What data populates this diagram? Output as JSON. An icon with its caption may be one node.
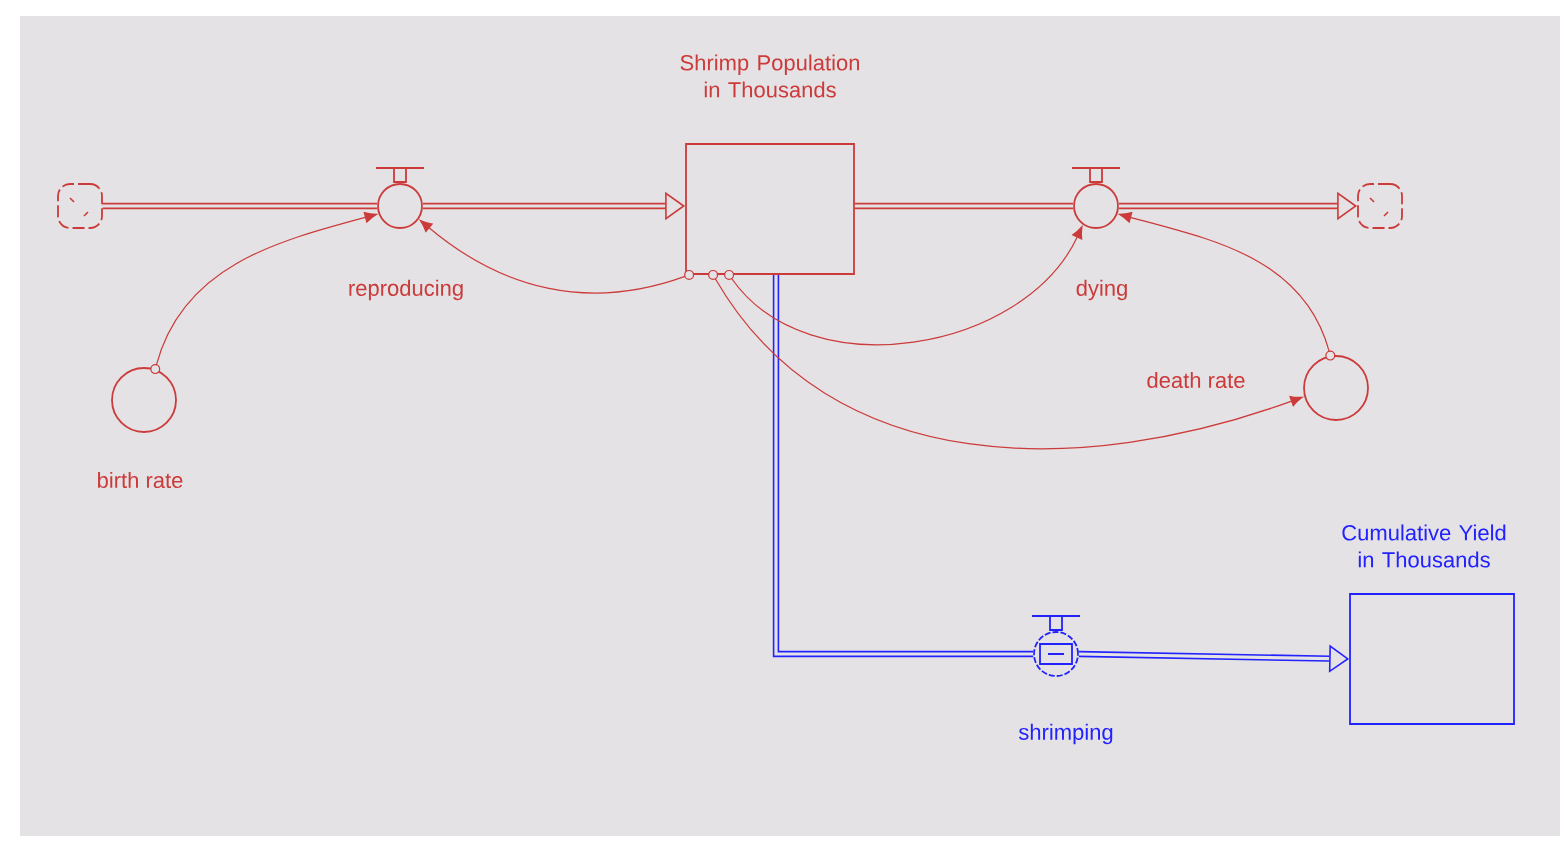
{
  "diagram": {
    "nodes": [
      {
        "text": [],
        "shape": "cloud"
      },
      {
        "text": [
          "reproducing"
        ]
      },
      {
        "text": [
          "Shrimp Population in Thousands"
        ]
      },
      {
        "text": [
          "dying"
        ]
      },
      {
        "text": [],
        "shape": "cloud"
      },
      {
        "text": [
          "birth rate"
        ]
      },
      {
        "text": [
          "death rate"
        ]
      },
      {
        "text": [
          "shrimping"
        ]
      },
      {
        "text": [
          "Cumulative Yield in Thousands"
        ]
      }
    ],
    "edges": [
      {
        "from": 0,
        "to": 1,
        "arrow": "none"
      },
      {
        "from": 1,
        "to": 2,
        "arrow": "to"
      },
      {
        "from": 2,
        "to": 3,
        "arrow": "none"
      },
      {
        "from": 3,
        "to": 4,
        "arrow": "to"
      },
      {
        "from": 2,
        "to": 7,
        "arrow": "none",
        "color": "#2222ff"
      },
      {
        "from": 7,
        "to": 8,
        "arrow": "to",
        "color": "#2222ff"
      },
      {
        "from": 5,
        "to": 1,
        "arrow": "to"
      },
      {
        "from": 2,
        "to": 1,
        "arrow": "to"
      },
      {
        "from": 2,
        "to": 3,
        "arrow": "to"
      },
      {
        "from": 2,
        "to": 6,
        "arrow": "to"
      },
      {
        "from": 6,
        "to": 3,
        "arrow": "to"
      }
    ]
  }
}
